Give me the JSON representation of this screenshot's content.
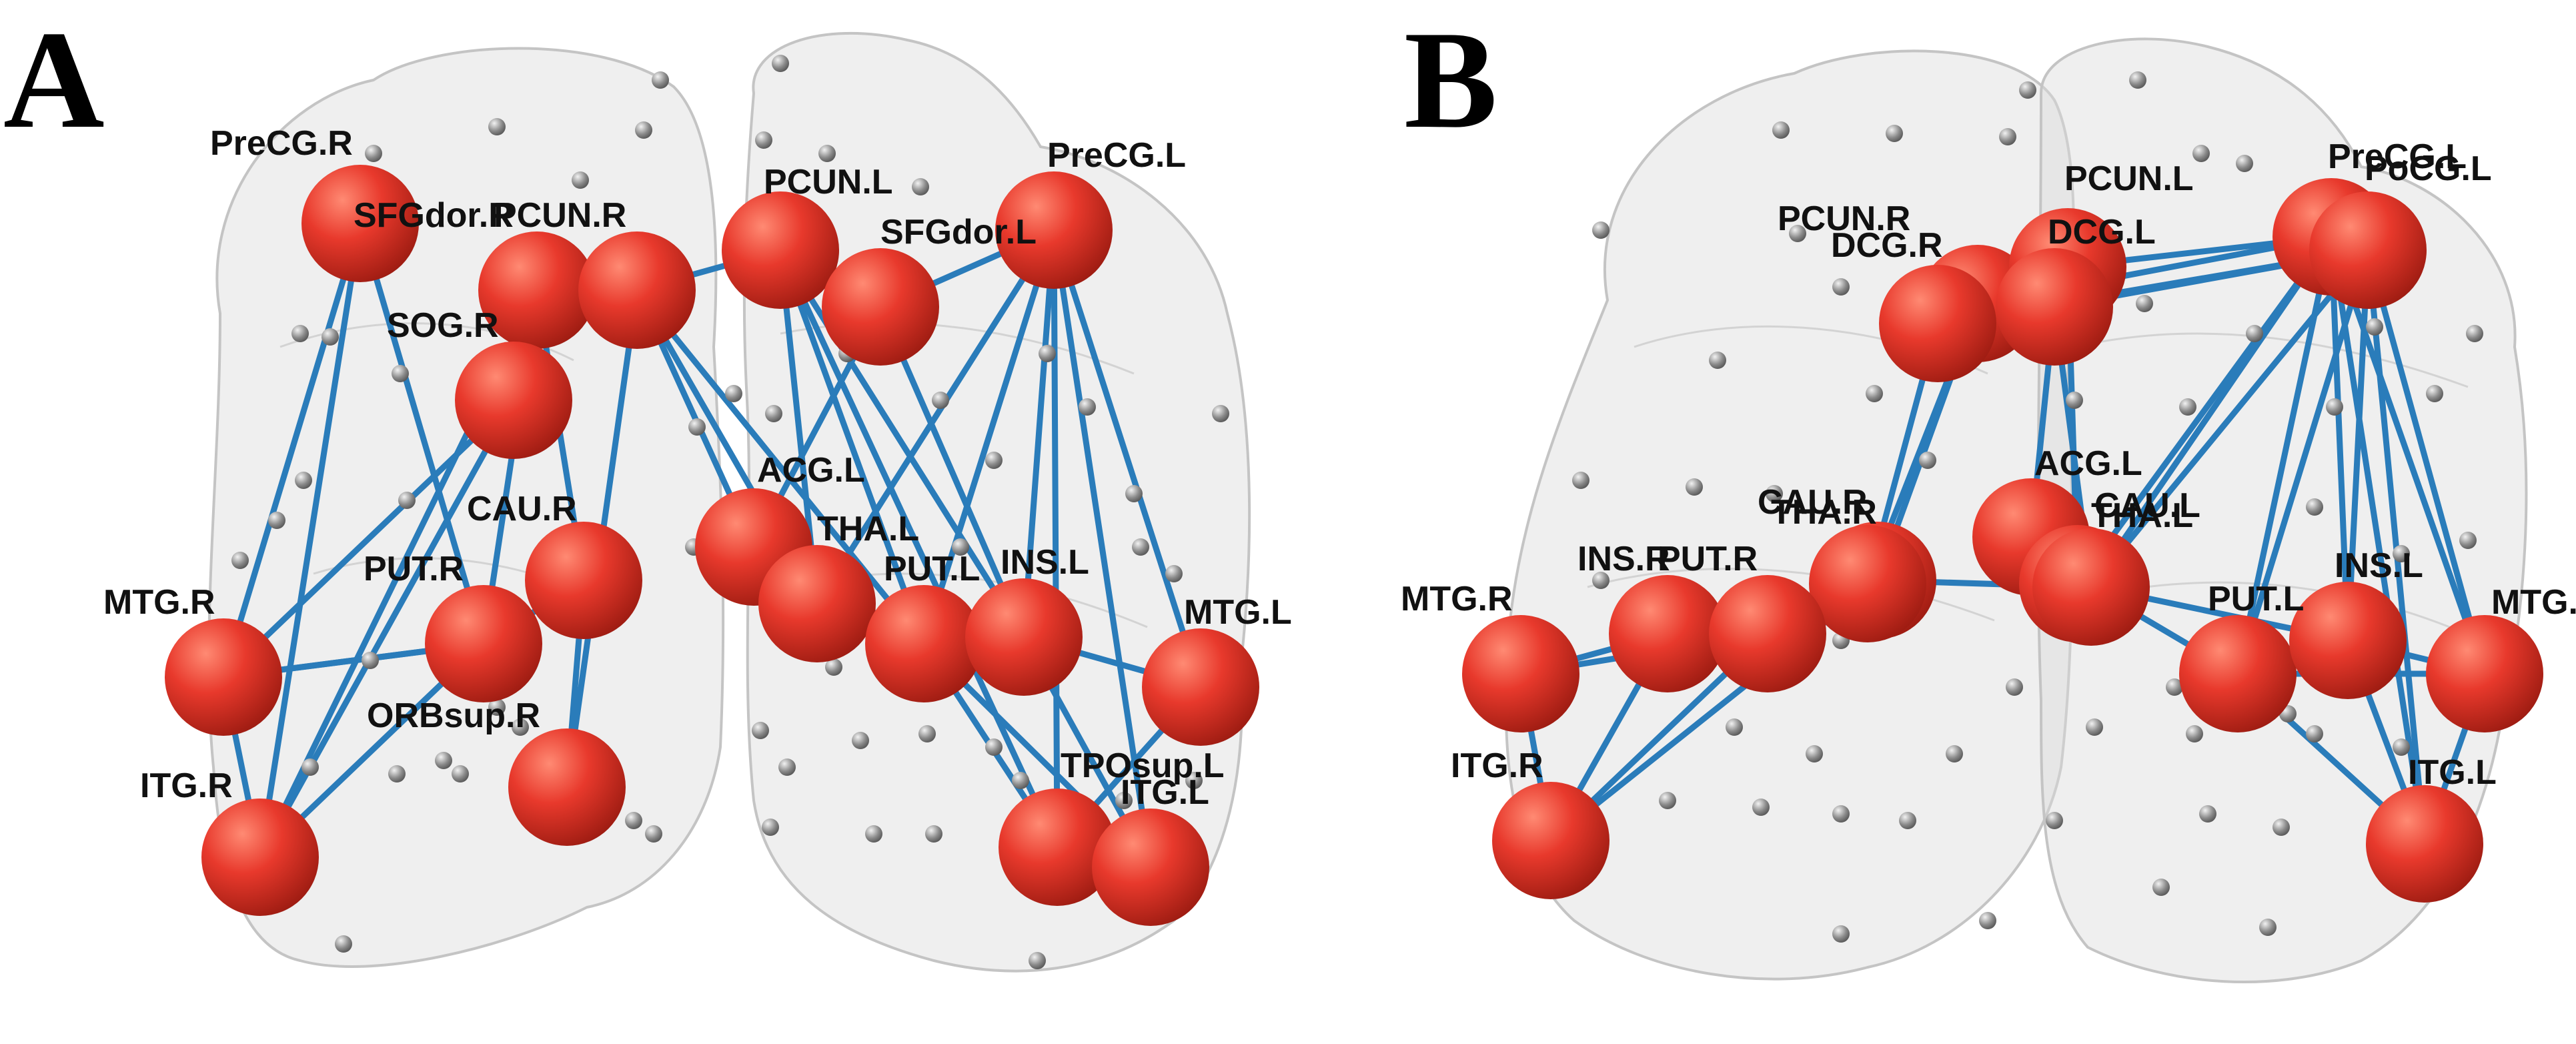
{
  "colors": {
    "background": "#ffffff",
    "brain_fill": "#d9d9d9",
    "brain_stroke": "#c4c4c4",
    "edge": "#2a7cba",
    "node": "#e8392c",
    "node_highlight": "#ff8a73",
    "node_shadow": "#9e1c12",
    "small_node": "#8a8a8a"
  },
  "panels": [
    {
      "id": "A",
      "letter": "A",
      "nodes": [
        {
          "label": "PreCG.R"
        },
        {
          "label": "SFGdor.R"
        },
        {
          "label": "PCUN.R"
        },
        {
          "label": "SOG.R"
        },
        {
          "label": "PCUN.L"
        },
        {
          "label": "SFGdor.L"
        },
        {
          "label": "PreCG.L"
        },
        {
          "label": "CAU.R"
        },
        {
          "label": "ACG.L"
        },
        {
          "label": "THA.L"
        },
        {
          "label": "PUT.R"
        },
        {
          "label": "PUT.L"
        },
        {
          "label": "INS.L"
        },
        {
          "label": "MTG.R"
        },
        {
          "label": "MTG.L"
        },
        {
          "label": "ORBsup.R"
        },
        {
          "label": "ITG.R"
        },
        {
          "label": "TPOsup.L"
        },
        {
          "label": "ITG.L"
        }
      ]
    },
    {
      "id": "B",
      "letter": "B",
      "nodes": [
        {
          "label": "PCUN.R"
        },
        {
          "label": "DCG.R"
        },
        {
          "label": "PCUN.L"
        },
        {
          "label": "DCG.L"
        },
        {
          "label": "PreCG.L"
        },
        {
          "label": "PoCG.L"
        },
        {
          "label": "CAU.R"
        },
        {
          "label": "THA.R"
        },
        {
          "label": "ACG.L"
        },
        {
          "label": "CAU.L"
        },
        {
          "label": "THA.L"
        },
        {
          "label": "INS.R"
        },
        {
          "label": "PUT.R"
        },
        {
          "label": "PUT.L"
        },
        {
          "label": "INS.L"
        },
        {
          "label": "MTG.R"
        },
        {
          "label": "MTG.L"
        },
        {
          "label": "ITG.R"
        },
        {
          "label": "ITG.L"
        }
      ]
    }
  ]
}
